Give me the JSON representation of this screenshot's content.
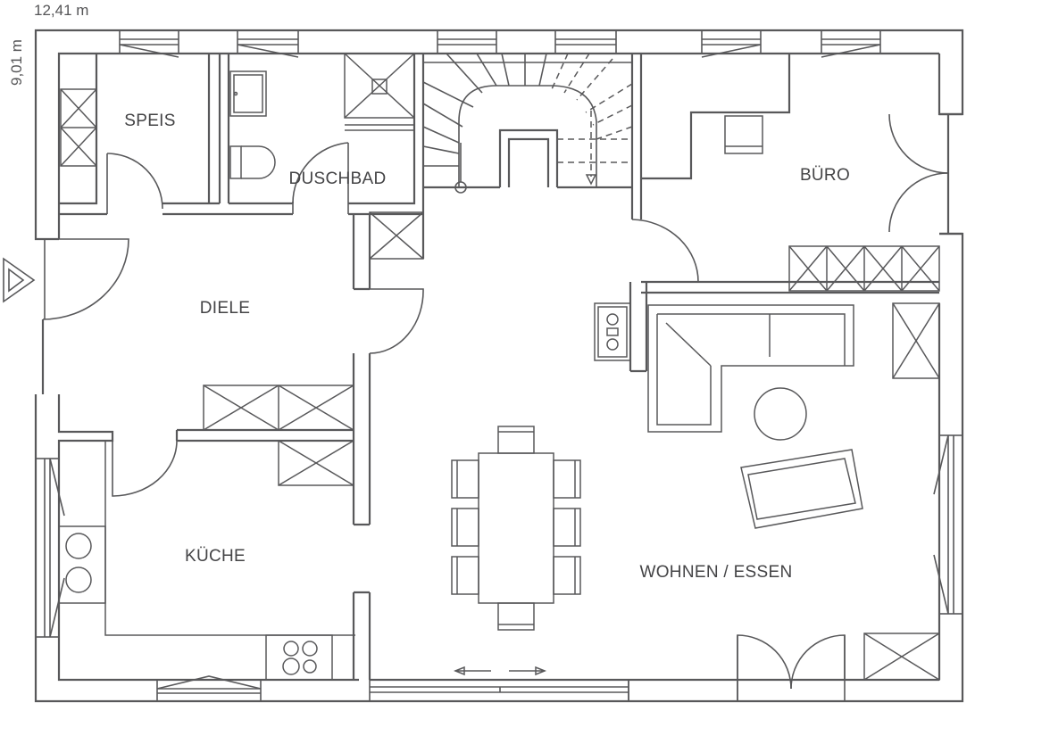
{
  "dimensions": {
    "width": "12,41 m",
    "depth": "9,01 m"
  },
  "rooms": {
    "speis": "SPEIS",
    "duschbad": "DUSCHBAD",
    "buero": "BÜRO",
    "diele": "DIELE",
    "kueche": "KÜCHE",
    "wohnen_essen": "WOHNEN / ESSEN"
  },
  "line_color": "#58585a",
  "icons": [
    "entrance-arrow-icon",
    "sliding-door-arrows-icon",
    "stove-icon",
    "fireplace-icon"
  ]
}
